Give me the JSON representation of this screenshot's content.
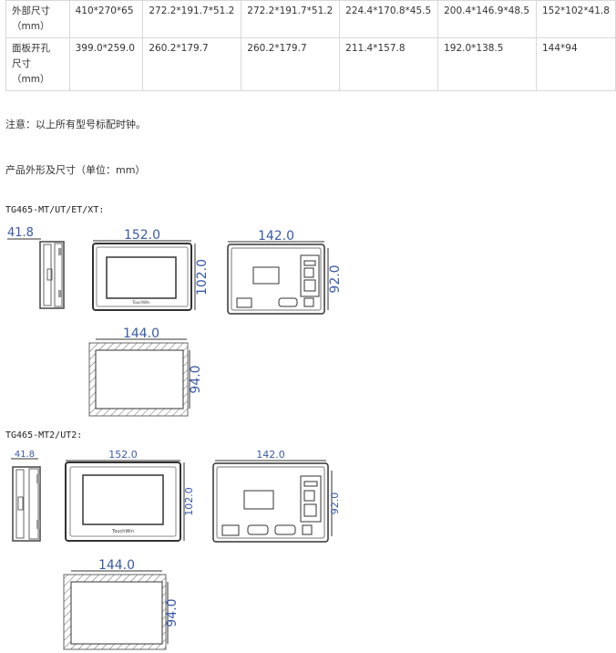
{
  "spec_table": {
    "rows": [
      {
        "label_lines": [
          "外部尺寸",
          "（mm）"
        ],
        "cells": [
          "410*270*65",
          "272.2*191.7*51.2",
          "272.2*191.7*51.2",
          "224.4*170.8*45.5",
          "200.4*146.9*48.5",
          "152*102*41.8"
        ]
      },
      {
        "label_lines": [
          "面板开孔",
          "尺寸",
          "（mm）"
        ],
        "cells": [
          "399.0*259.0",
          "260.2*179.7",
          "260.2*179.7",
          "211.4*157.8",
          "192.0*138.5",
          "144*94"
        ]
      }
    ]
  },
  "note_text": "注意：以上所有型号标配时钟。",
  "section_heading": "产品外形及尺寸（单位：mm）",
  "drawing1": {
    "caption": "TG465-MT/UT/ET/XT:",
    "side_depth": "41.8",
    "front_width": "152.0",
    "front_height": "102.0",
    "back_width": "142.0",
    "back_height": "92.0",
    "cutout_width": "144.0",
    "cutout_height": "94.0",
    "logo_text": "TouchWin"
  },
  "drawing2": {
    "caption": "TG465-MT2/UT2:",
    "side_depth": "41.8",
    "front_width": "152.0",
    "front_height": "102.0",
    "back_width": "142.0",
    "back_height": "92.0",
    "cutout_width": "144.0",
    "cutout_height": "94.0",
    "logo_text": "TouchWin"
  }
}
